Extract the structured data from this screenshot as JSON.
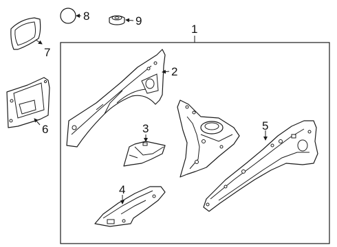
{
  "diagram": {
    "callouts": [
      {
        "id": "1",
        "label": "1"
      },
      {
        "id": "2",
        "label": "2"
      },
      {
        "id": "3",
        "label": "3"
      },
      {
        "id": "4",
        "label": "4"
      },
      {
        "id": "5",
        "label": "5"
      },
      {
        "id": "6",
        "label": "6"
      },
      {
        "id": "7",
        "label": "7"
      },
      {
        "id": "8",
        "label": "8"
      },
      {
        "id": "9",
        "label": "9"
      }
    ]
  },
  "icons": {
    "arrowheads": "arrow-icon"
  }
}
